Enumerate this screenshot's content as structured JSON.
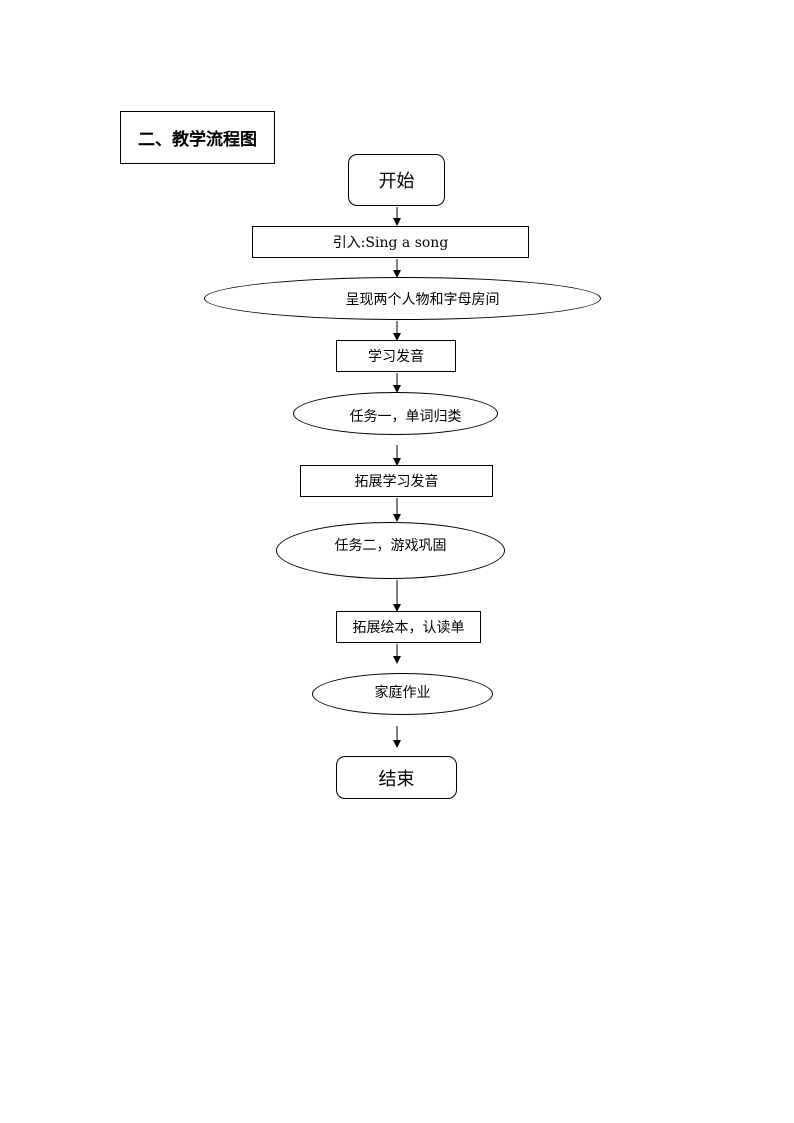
{
  "title": "二、教学流程图",
  "nodes": {
    "start": "开始",
    "intro": "引入:Sing a song",
    "present": "呈现两个人物和字母房间",
    "learn": "学习发音",
    "task1": "任务一，单词归类",
    "extend_learn": "拓展学习发音",
    "task2": "任务二，游戏巩固",
    "extend_book": "拓展绘本，认读单",
    "homework": "家庭作业",
    "end": "结束"
  }
}
